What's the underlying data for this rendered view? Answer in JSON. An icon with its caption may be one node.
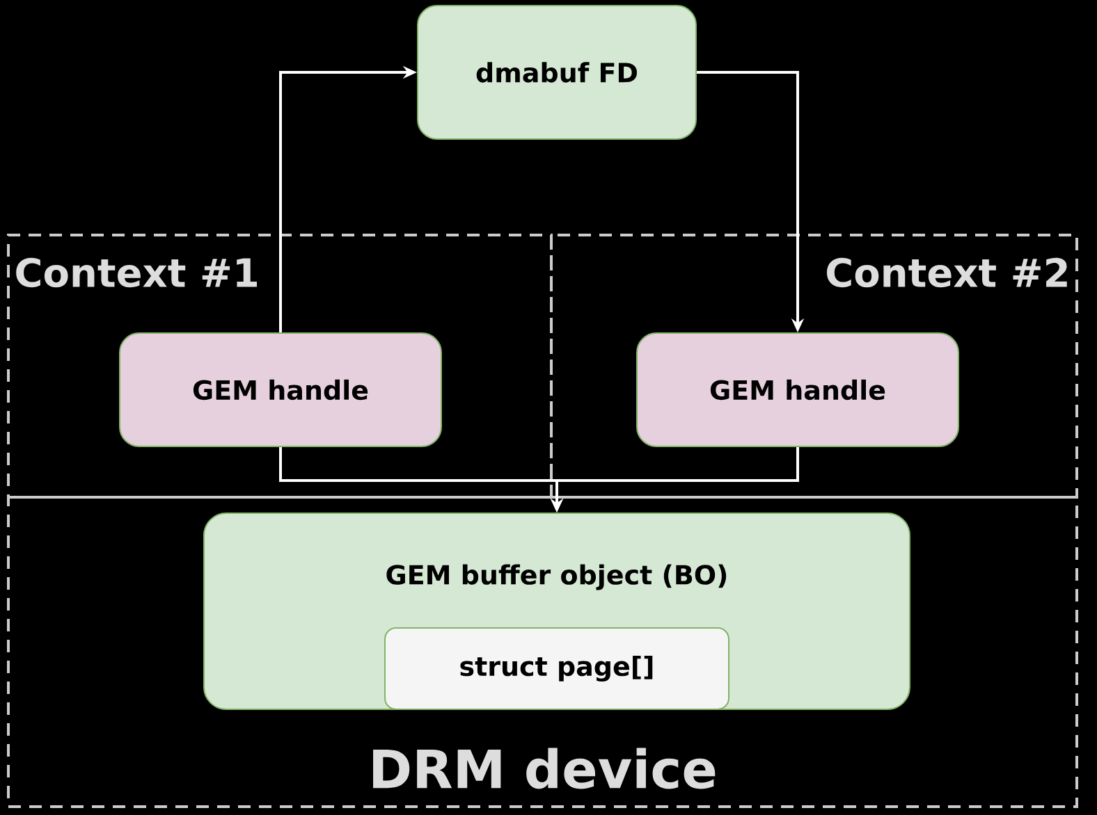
{
  "diagram": {
    "nodes": [
      {
        "text": [
          "dmabuf FD"
        ]
      },
      {
        "text": [
          "Context #1"
        ]
      },
      {
        "text": [
          "GEM handle"
        ],
        "in": 1
      },
      {
        "text": [
          "Context #2"
        ]
      },
      {
        "text": [
          "GEM handle"
        ],
        "in": 3
      },
      {
        "text": [
          "DRM device"
        ]
      },
      {
        "text": [
          "GEM buffer object (BO)"
        ],
        "in": 5
      },
      {
        "text": [
          "struct page[]"
        ],
        "in": 6
      }
    ],
    "edges": [
      {
        "from": 2,
        "to": 0,
        "arrow": "to"
      },
      {
        "from": 0,
        "to": 4,
        "arrow": "to"
      },
      {
        "from": 2,
        "to": 6,
        "arrow": "to"
      },
      {
        "from": 4,
        "to": 6,
        "arrow": "to"
      }
    ]
  }
}
